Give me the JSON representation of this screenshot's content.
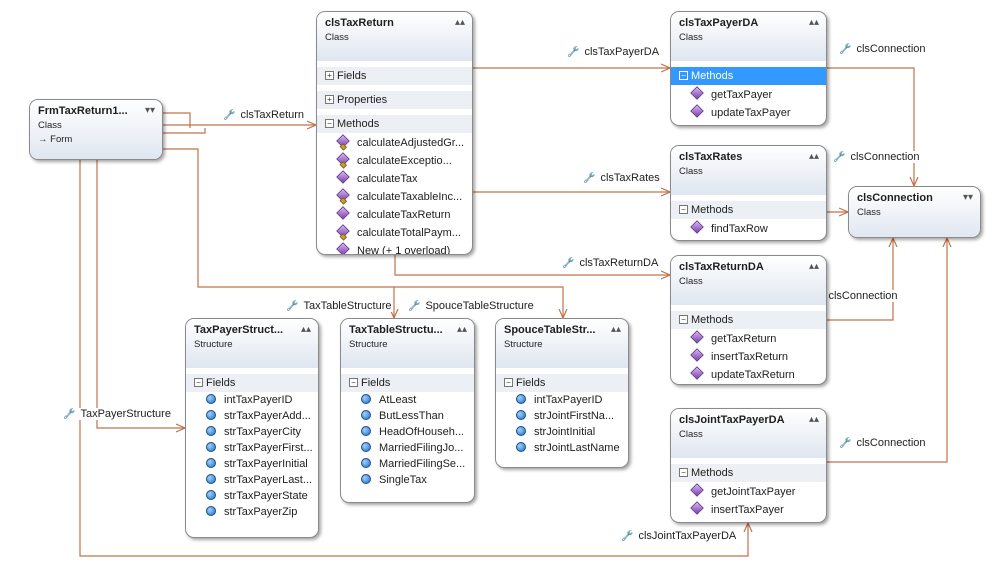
{
  "classes": {
    "frm": {
      "title": "FrmTaxReturn1...",
      "stereotype": "Class",
      "base": "Form"
    },
    "taxreturn": {
      "title": "clsTaxReturn",
      "stereotype": "Class",
      "fields_label": "Fields",
      "properties_label": "Properties",
      "methods_label": "Methods",
      "methods": [
        "calculateAdjustedGr...",
        "calculateExceptio...",
        "calculateTax",
        "calculateTaxableInc...",
        "calculateTaxReturn",
        "calculateTotalPaym...",
        "New (+ 1 overload)"
      ]
    },
    "taxpayerda": {
      "title": "clsTaxPayerDA",
      "stereotype": "Class",
      "methods_label": "Methods",
      "methods": [
        "getTaxPayer",
        "updateTaxPayer"
      ]
    },
    "taxrates": {
      "title": "clsTaxRates",
      "stereotype": "Class",
      "methods_label": "Methods",
      "methods": [
        "findTaxRow"
      ]
    },
    "connection": {
      "title": "clsConnection",
      "stereotype": "Class"
    },
    "taxreturnda": {
      "title": "clsTaxReturnDA",
      "stereotype": "Class",
      "methods_label": "Methods",
      "methods": [
        "getTaxReturn",
        "insertTaxReturn",
        "updateTaxReturn"
      ]
    },
    "jointda": {
      "title": "clsJointTaxPayerDA",
      "stereotype": "Class",
      "methods_label": "Methods",
      "methods": [
        "getJointTaxPayer",
        "insertTaxPayer"
      ]
    },
    "taxpayerstruct": {
      "title": "TaxPayerStruct...",
      "stereotype": "Structure",
      "fields_label": "Fields",
      "fields": [
        "intTaxPayerID",
        "strTaxPayerAdd...",
        "strTaxPayerCity",
        "strTaxPayerFirst...",
        "strTaxPayerInitial",
        "strTaxPayerLast...",
        "strTaxPayerState",
        "strTaxPayerZip"
      ]
    },
    "taxtablestruct": {
      "title": "TaxTableStructu...",
      "stereotype": "Structure",
      "fields_label": "Fields",
      "fields": [
        "AtLeast",
        "ButLessThan",
        "HeadOfHouseh...",
        "MarriedFilingJo...",
        "MarriedFilingSe...",
        "SingleTax"
      ]
    },
    "spoucestruct": {
      "title": "SpouceTableStr...",
      "stereotype": "Structure",
      "fields_label": "Fields",
      "fields": [
        "intTaxPayerID",
        "strJointFirstNa...",
        "strJointInitial",
        "strJointLastName"
      ]
    }
  },
  "associations": {
    "frm_taxreturn": "clsTaxReturn",
    "taxreturn_taxpayerda": "clsTaxPayerDA",
    "taxreturn_taxrates": "clsTaxRates",
    "taxreturn_taxreturnda": "clsTaxReturnDA",
    "taxtable": "TaxTableStructure",
    "spouce": "SpouceTableStructure",
    "taxpayerstructure": "TaxPayerStructure",
    "jointda": "clsJointTaxPayerDA",
    "conn1": "clsConnection",
    "conn2": "clsConnection",
    "conn3": "clsConnection",
    "conn4": "clsConnection"
  },
  "colors": {
    "line": "#c0734a",
    "selected_section": "#3399ff",
    "header_gradient_end": "#dfe6f0"
  },
  "icons": {
    "association": "wrench-icon",
    "method": "method-icon",
    "field": "field-icon",
    "collapse": "chevron-up-icon",
    "expand": "chevron-down-icon"
  }
}
